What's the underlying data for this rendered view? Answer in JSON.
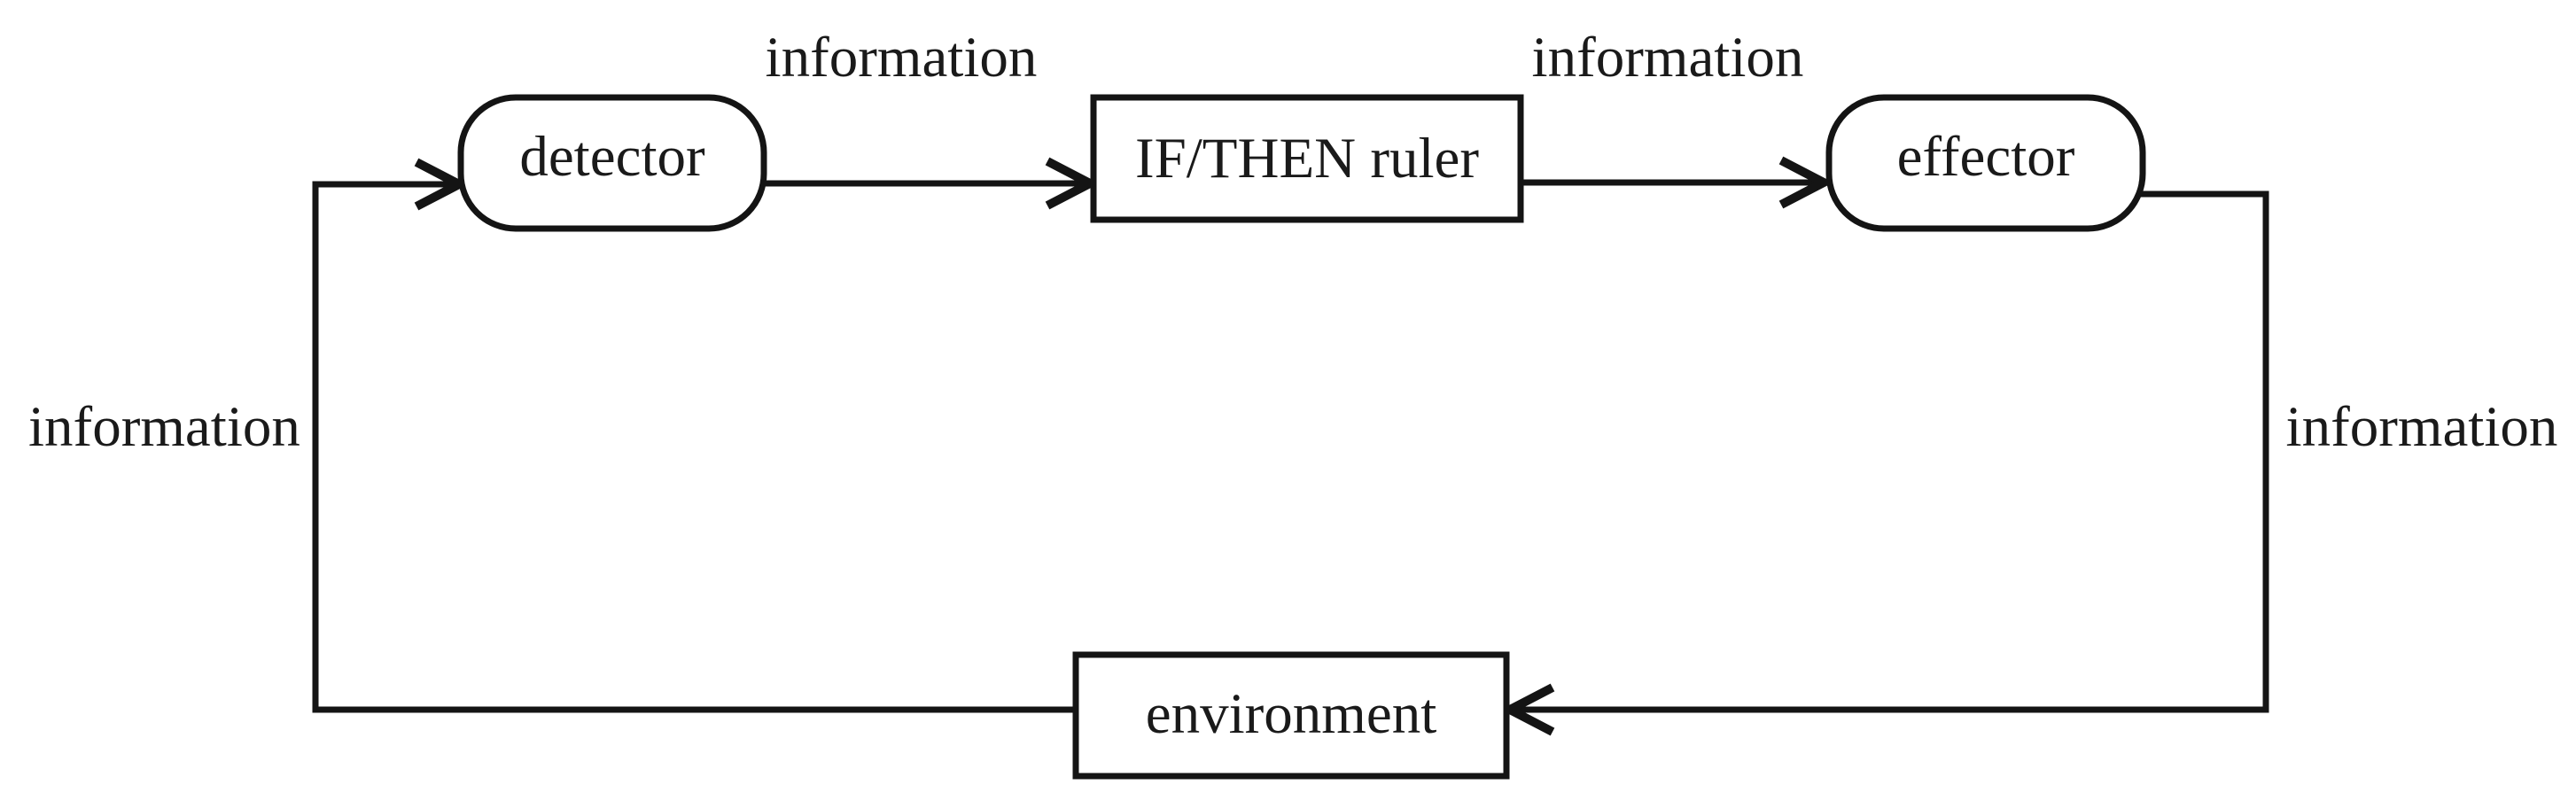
{
  "diagram": {
    "type": "flow-diagram",
    "nodes": [
      {
        "id": "detector",
        "label": "detector",
        "shape": "rounded-rectangle"
      },
      {
        "id": "if-then-ruler",
        "label": "IF/THEN ruler",
        "shape": "rectangle"
      },
      {
        "id": "effector",
        "label": "effector",
        "shape": "rounded-rectangle"
      },
      {
        "id": "environment",
        "label": "environment",
        "shape": "rectangle"
      }
    ],
    "edges": [
      {
        "from": "detector",
        "to": "if-then-ruler",
        "label": "information",
        "position": "top-left"
      },
      {
        "from": "if-then-ruler",
        "to": "effector",
        "label": "information",
        "position": "top-right"
      },
      {
        "from": "effector",
        "to": "environment",
        "label": "information",
        "position": "right"
      },
      {
        "from": "environment",
        "to": "detector",
        "label": "information",
        "position": "left"
      }
    ],
    "colors": {
      "stroke": "#141414",
      "background": "#ffffff",
      "text": "#1a1a1a"
    }
  }
}
